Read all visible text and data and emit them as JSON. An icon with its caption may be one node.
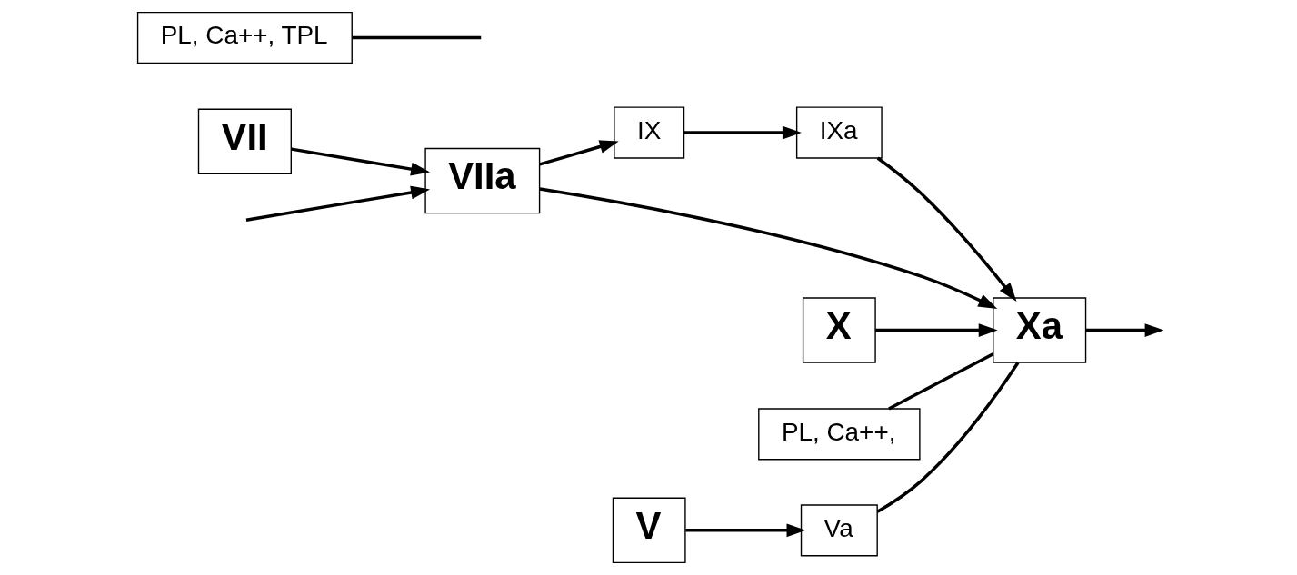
{
  "diagram": {
    "nodes": [
      {
        "text": [
          "VII"
        ]
      },
      {
        "text": [
          "VIIa"
        ]
      },
      {
        "text": [
          "IX"
        ]
      },
      {
        "text": [
          "PL, Ca++, TPL"
        ]
      },
      {
        "text": [
          "IXa"
        ]
      },
      {
        "text": [
          "X"
        ]
      },
      {
        "text": [
          "Xa"
        ]
      },
      {
        "text": [
          "PL, Ca++,"
        ]
      },
      {
        "text": [
          "Va"
        ]
      },
      {
        "text": [
          "V"
        ]
      }
    ],
    "edges": [
      {
        "from": 0,
        "to": 1,
        "arrow": "to"
      },
      {
        "from": null,
        "to": 1,
        "arrow": "to"
      },
      {
        "from": 1,
        "to": 2,
        "arrow": "to"
      },
      {
        "from": 2,
        "to": 4,
        "arrow": "to"
      },
      {
        "from": 1,
        "to": 6,
        "arrow": "to"
      },
      {
        "from": 3,
        "to": null,
        "arrow": "none"
      },
      {
        "from": 4,
        "to": 6,
        "arrow": "to"
      },
      {
        "from": 5,
        "to": 6,
        "arrow": "to"
      },
      {
        "from": 7,
        "to": 6,
        "arrow": "none"
      },
      {
        "from": 8,
        "to": 6,
        "arrow": "none"
      },
      {
        "from": 9,
        "to": 8,
        "arrow": "to"
      },
      {
        "from": 6,
        "to": null,
        "arrow": "to"
      }
    ]
  }
}
